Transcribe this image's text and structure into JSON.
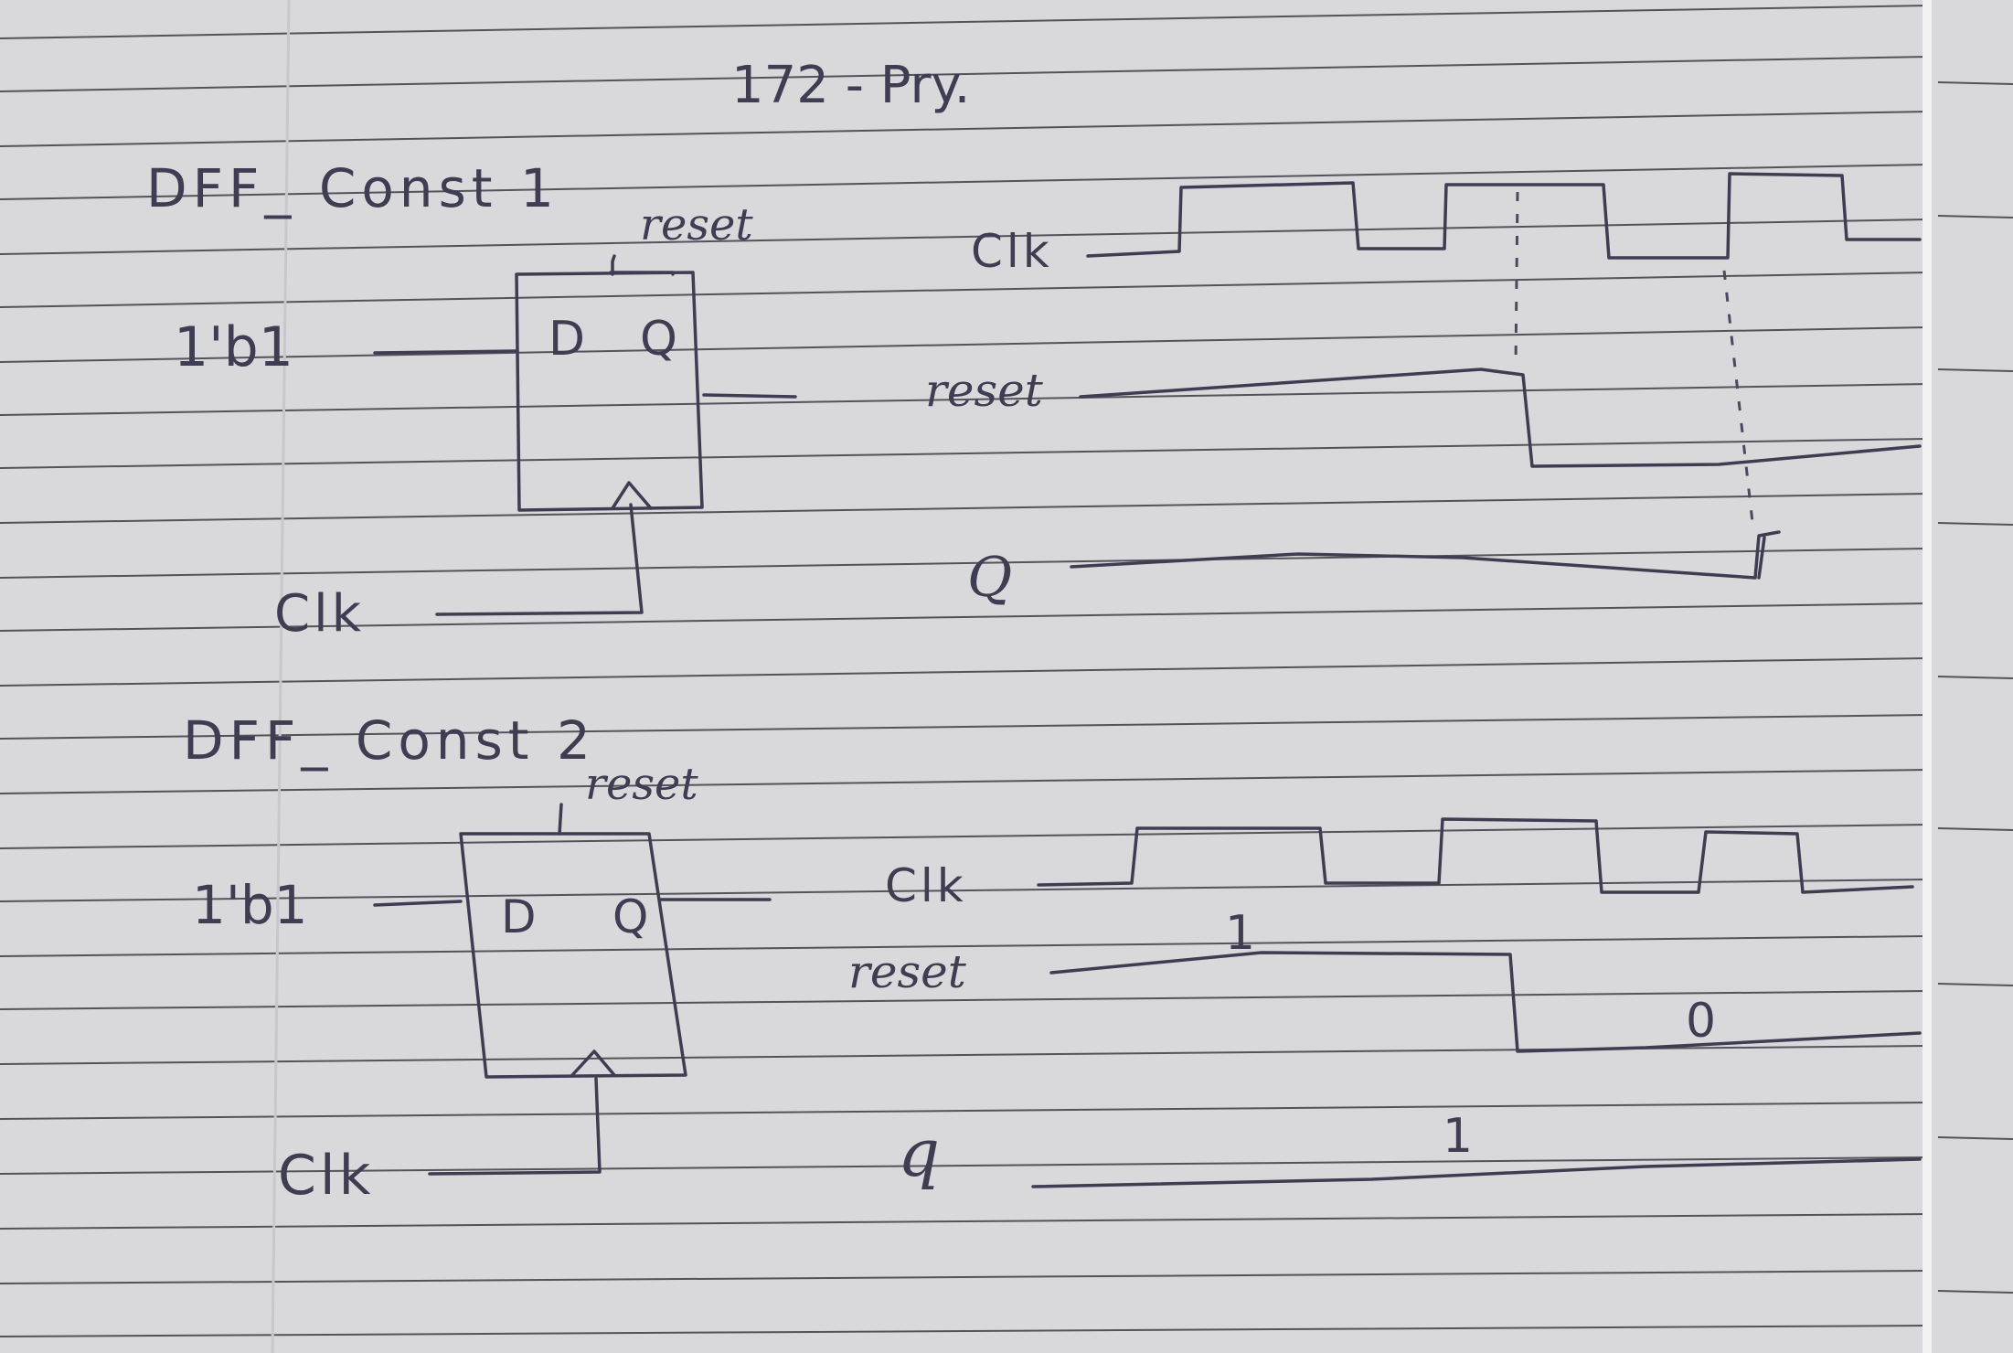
{
  "page": {
    "number": "172 - Pry."
  },
  "diagram1": {
    "title": "DFF_ Const 1",
    "block": {
      "d_label": "D",
      "q_label": "Q",
      "reset_label": "reset",
      "input_label": "1'b1",
      "clk_label": "Clk"
    },
    "waveforms": {
      "clk_label": "Clk",
      "reset_label": "reset",
      "q_label": "Q"
    }
  },
  "diagram2": {
    "title": "DFF_ Const 2",
    "block": {
      "d_label": "D",
      "q_label": "Q",
      "reset_label": "reset",
      "input_label": "1'b1",
      "clk_label": "Clk"
    },
    "waveforms": {
      "clk_label": "Clk",
      "reset_label": "reset",
      "reset_high_value": "1",
      "reset_low_value": "0",
      "q_label": "q",
      "q_value": "1"
    }
  }
}
